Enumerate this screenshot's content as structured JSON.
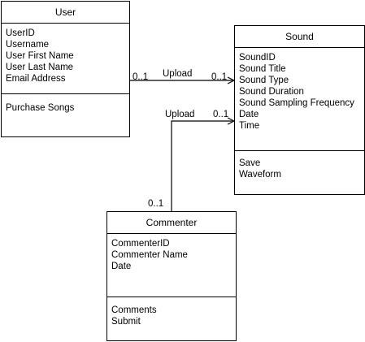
{
  "classes": {
    "user": {
      "name": "User",
      "attributes": [
        "UserID",
        "Username",
        "User First Name",
        "User Last Name",
        "Email Address"
      ],
      "methods": [
        "Purchase Songs"
      ]
    },
    "sound": {
      "name": "Sound",
      "attributes": [
        "SoundID",
        "Sound Title",
        "Sound Type",
        "Sound Duration",
        "Sound Sampling Frequency",
        "Date",
        "Time"
      ],
      "methods": [
        "Save",
        "Waveform"
      ]
    },
    "commenter": {
      "name": "Commenter",
      "attributes": [
        "CommenterID",
        "Commenter Name",
        "Date"
      ],
      "methods": [
        "Comments",
        "Submit"
      ]
    }
  },
  "associations": [
    {
      "name": "Upload",
      "from": "User",
      "to": "Sound",
      "from_multiplicity": "0..1",
      "to_multiplicity": "0..1"
    },
    {
      "name": "Upload",
      "from": "Commenter",
      "to": "Sound",
      "from_multiplicity": "0..1",
      "to_multiplicity": "0..1"
    }
  ]
}
